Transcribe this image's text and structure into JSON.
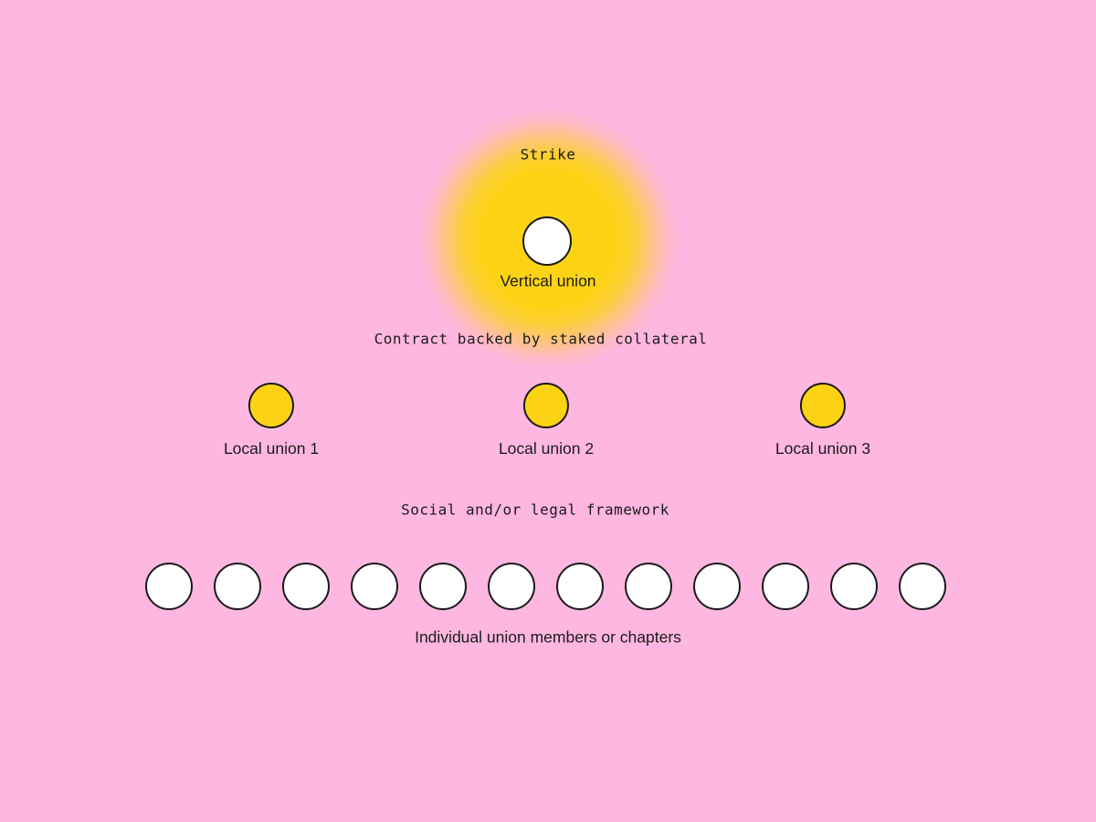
{
  "colors": {
    "background": "#FEB7E1",
    "yellow": "#FCD314",
    "white": "#FFFFFF",
    "outline": "#1A1A1A",
    "text": "#1C1B1A"
  },
  "diagram": {
    "strike_label": "Strike",
    "vertical_union_label": "Vertical union",
    "contract_label": "Contract backed by staked collateral",
    "local_unions": [
      {
        "label": "Local union 1"
      },
      {
        "label": "Local union 2"
      },
      {
        "label": "Local union 3"
      }
    ],
    "framework_label": "Social and/or legal framework",
    "members_label": "Individual union members or chapters",
    "member_count": 12
  }
}
